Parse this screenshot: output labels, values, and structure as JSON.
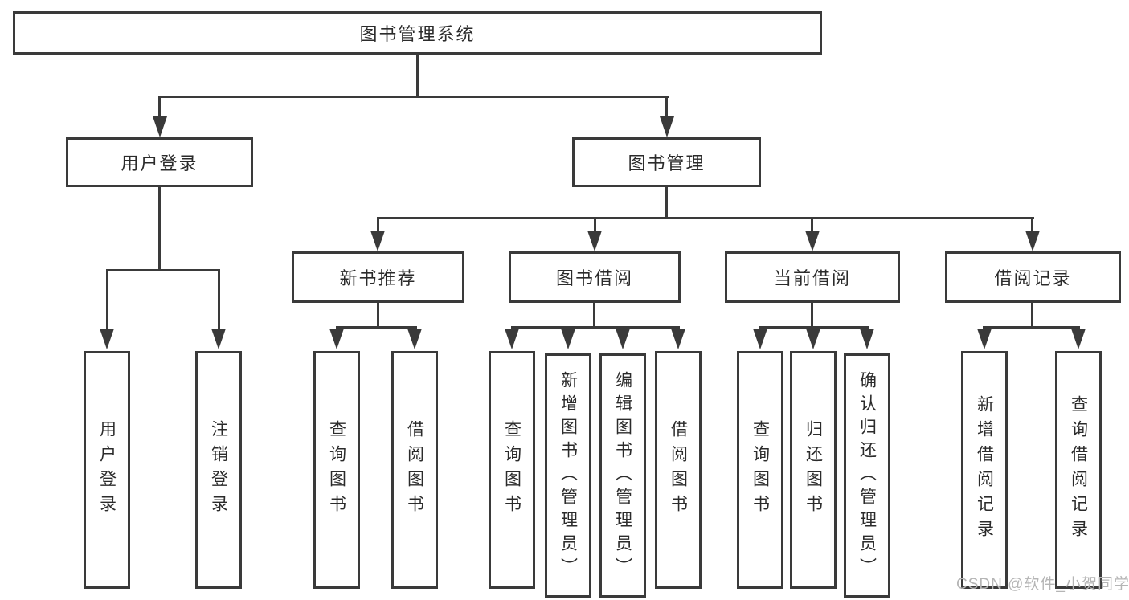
{
  "title": "图书管理系统",
  "watermark": "CSDN @软件_小贺同学",
  "colors": {
    "line": "#3a3a3a",
    "text": "#2b2b2b",
    "watermark": "#b5b5b5",
    "background": "#ffffff"
  },
  "nodes": {
    "root": "图书管理系统",
    "user_login": "用户登录",
    "book_management": "图书管理",
    "new_book_recommend": "新书推荐",
    "book_borrowing": "图书借阅",
    "current_borrowing": "当前借阅",
    "borrowing_records": "借阅记录",
    "leaf_user_login": "用户登录",
    "leaf_logout": "注销登录",
    "leaf_query_books_1": "查询图书",
    "leaf_borrow_books_1": "借阅图书",
    "leaf_query_books_2": "查询图书",
    "leaf_add_books_admin": "新增图书（管理员）",
    "leaf_edit_books_admin": "编辑图书（管理员）",
    "leaf_borrow_books_2": "借阅图书",
    "leaf_query_books_3": "查询图书",
    "leaf_return_books": "归还图书",
    "leaf_confirm_return_admin": "确认归还（管理员）",
    "leaf_add_borrow_record": "新增借阅记录",
    "leaf_query_borrow_record": "查询借阅记录"
  },
  "hierarchy": {
    "图书管理系统": {
      "用户登录": [
        "用户登录",
        "注销登录"
      ],
      "图书管理": {
        "新书推荐": [
          "查询图书",
          "借阅图书"
        ],
        "图书借阅": [
          "查询图书",
          "新增图书（管理员）",
          "编辑图书（管理员）",
          "借阅图书"
        ],
        "当前借阅": [
          "查询图书",
          "归还图书",
          "确认归还（管理员）"
        ],
        "借阅记录": [
          "新增借阅记录",
          "查询借阅记录"
        ]
      }
    }
  }
}
